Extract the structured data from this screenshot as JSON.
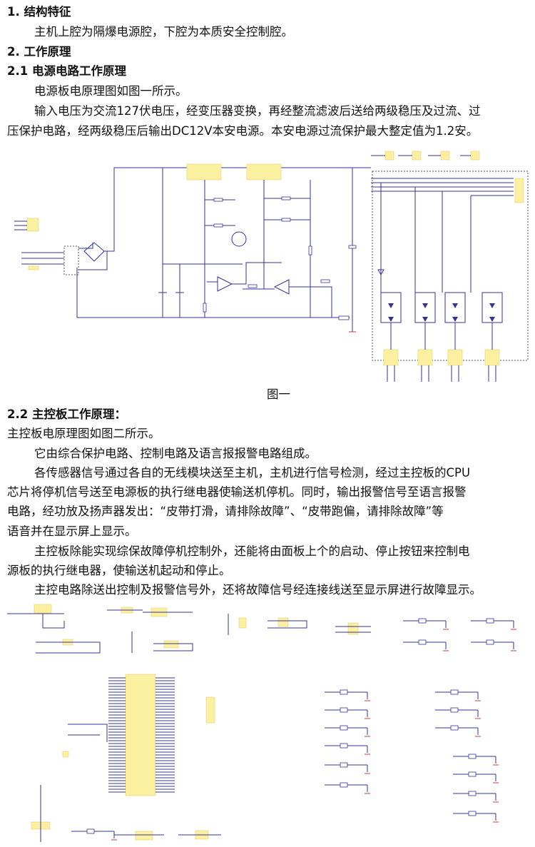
{
  "sec1": {
    "title": "1.  结构特征",
    "body": "主机上腔为隔爆电源腔，下腔为本质安全控制腔。"
  },
  "sec2": {
    "title": "2.  工作原理"
  },
  "sec21": {
    "title": "2.1  电源电路工作原理",
    "p1": "电源板电原理图如图一所示。",
    "p2_lines": [
      "输入电压为交流127伏电压，经变压器变换，再经整流滤波后送给两级稳压及过流、过",
      "压保护电路，经两级稳压后输出DC12V本安电源。本安电源过流保护最大整定值为1.2安。"
    ],
    "figure_caption": "图一"
  },
  "sec22": {
    "title": "2.2  主控板工作原理：",
    "p1": "主控板电原理图如图二所示。",
    "p2": "它由综合保护电路、控制电路及语言报报警电路组成。",
    "p3_lines": [
      "各传感器信号通过各自的无线模块送至主机，主机进行信号检测，经过主控板的CPU",
      "芯片将停机信号送至电源板的执行继电器使输送机停机。同时，输出报警信号至语言报警",
      "电路，经功放及扬声器发出：“皮带打滑，请排除故障”、“皮带跑偏，请排除故障”等",
      "语音并在显示屏上显示。"
    ],
    "p4_lines": [
      "主控板除能实现综保故障停机控制外，还能将由面板上个的启动、停止按钮来控制电",
      "源板的执行继电器，使输送机起动和停止。"
    ],
    "p5": "主控电路除送出控制及报警信号外，还将故障信号经连接线送至显示屏进行故障显示。"
  }
}
